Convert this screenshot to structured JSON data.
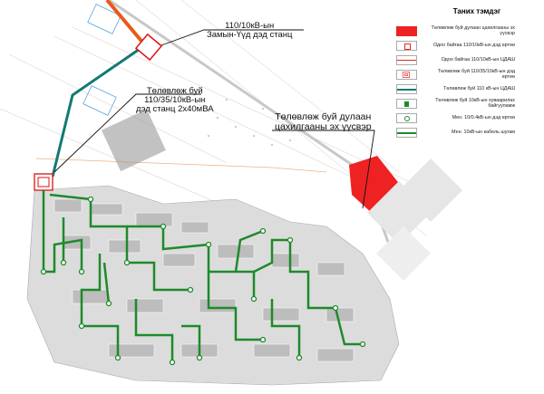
{
  "labels": {
    "zamyn_uud": [
      "110/10кВ-ын",
      "Замын-Үүд дэд станц"
    ],
    "planned_substation": [
      "Төлөвлөж буй",
      "110/35/10кВ-ын",
      "дэд станц 2х40мВА"
    ],
    "heat_plant": [
      "Төлөвлөж буй дулаан",
      "цахилгааны эх үүсвэр"
    ]
  },
  "legend": {
    "title": "Таних тэмдэг",
    "items": [
      {
        "icon": "red-fill-swatch",
        "text": "Төлөвлөж буй дулаан цахилгааны эх үүсвэр"
      },
      {
        "icon": "red-square-outline",
        "text": "Одоо байгаа 110/10кВ-ын дэд өртөө"
      },
      {
        "icon": "red-line",
        "text": "Одоо байгаа 110/10кВ-ын ЦДАШ"
      },
      {
        "icon": "red-double-square",
        "text": "Төлөвлөж буй 110/35/10кВ-ын дэд өртөө"
      },
      {
        "icon": "teal-line",
        "text": "Төлөвлөж буй 110 кВ-ын ЦДАШ"
      },
      {
        "icon": "green-distribution-box",
        "text": "Төлөвлөж буй 10кВ-ын хуваарилах байгууламж"
      },
      {
        "icon": "green-ring",
        "text": "Мен. 10/0.4кВ-ын дэд өртөө"
      },
      {
        "icon": "green-line",
        "text": "Мен. 10кВ-ын кабель шугам"
      }
    ]
  },
  "colors": {
    "red": "#ee2222",
    "teal": "#117a74",
    "green": "#1d8a2a",
    "orange": "#e85a1a"
  }
}
